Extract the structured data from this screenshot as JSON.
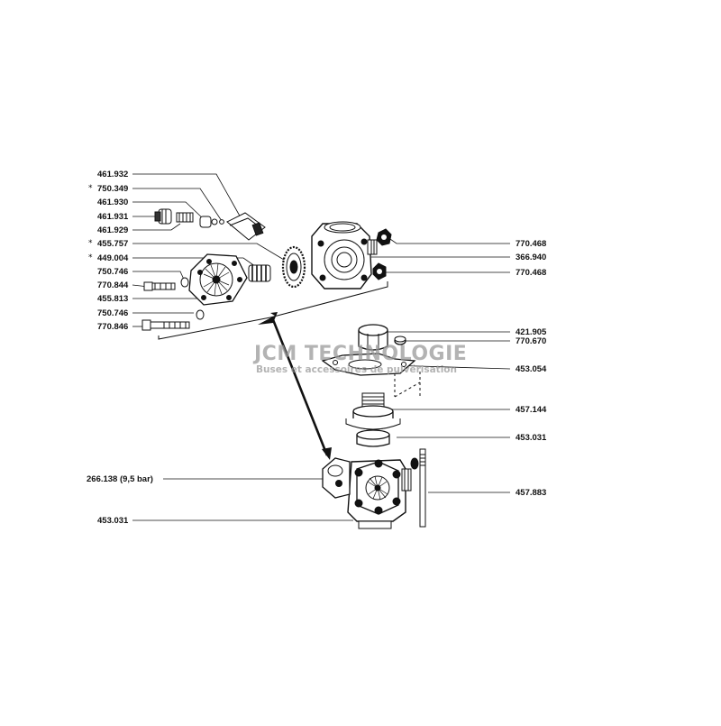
{
  "diagram": {
    "left_labels": {
      "l1": "461.932",
      "l2": "750.349",
      "l3": "461.930",
      "l4": "461.931",
      "l5": "461.929",
      "l6": "455.757",
      "l7": "449.004",
      "l8": "750.746",
      "l9": "770.844",
      "l10": "455.813",
      "l11": "750.746",
      "l12": "770.846",
      "l13": "266.138 (9,5 bar)",
      "l14": "453.031"
    },
    "right_labels": {
      "r1": "770.468",
      "r2": "366.940",
      "r3": "770.468",
      "r4": "421.905",
      "r5": "770.670",
      "r6": "453.054",
      "r7": "457.144",
      "r8": "453.031",
      "r9": "457.883"
    },
    "star_marker": "*"
  },
  "watermark": {
    "brand": "JCM TECHNOLOGIE",
    "tagline": "Buses et accessoires de pulvérisation"
  }
}
